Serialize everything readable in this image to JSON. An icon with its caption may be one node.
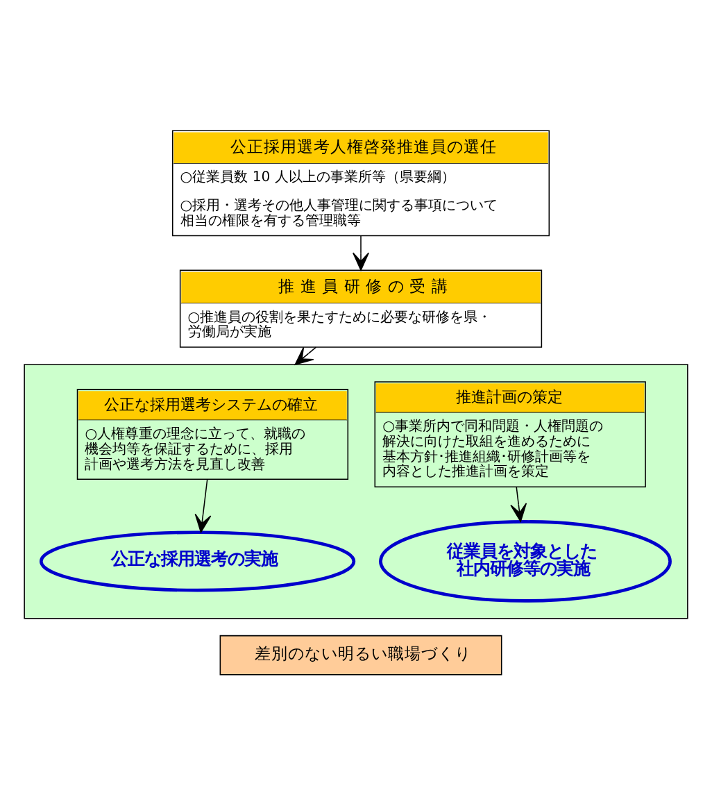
{
  "diagram": {
    "nodes": [
      {
        "text": [
          "公正採用選考人権啓発推進員の選任",
          "○従業員数 10 人以上の事業所等（県要綱）",
          "○採用・選考その他人事管理に関する事項について相当の権限を有する管理職等"
        ]
      },
      {
        "text": [
          "推 進 員 研 修 の 受 講",
          "○推進員の役割を果たすために必要な研修を県・労働局が実施"
        ]
      },
      {
        "text": [],
        "shape": "box"
      },
      {
        "text": [
          "公正な採用選考システムの確立",
          "○人権尊重の理念に立って、就職の機会均等を保証するために、採用計画や選考方法を見直し改善"
        ],
        "in": 2
      },
      {
        "text": [
          "推進計画の策定",
          "○事業所内で同和問題・人権問題の解決に向けた取組を進めるために基本方針･推進組織･研修計画等を内容とした推進計画を策定"
        ],
        "in": 2
      },
      {
        "text": [
          "公正な採用選考の実施"
        ],
        "in": 2
      },
      {
        "text": [
          "従業員を対象とした社内研修等の実施"
        ],
        "in": 2
      },
      {
        "text": [
          "差別のない明るい職場づくり"
        ]
      }
    ],
    "edges": [
      {
        "from": 0,
        "to": 1,
        "arrow": "to"
      },
      {
        "from": 1,
        "to": 2,
        "arrow": "to"
      },
      {
        "from": 3,
        "to": 5,
        "arrow": "to"
      },
      {
        "from": 4,
        "to": 6,
        "arrow": "to"
      }
    ]
  }
}
